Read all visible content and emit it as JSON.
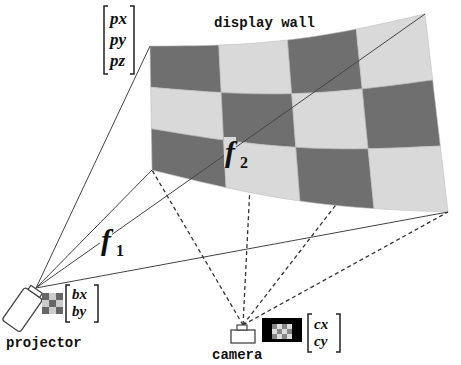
{
  "diagram": {
    "labels": [
      "display wall",
      "px",
      "py",
      "pz",
      "f",
      "1",
      "f",
      "2",
      "bx",
      "by",
      "projector",
      "cx",
      "cy",
      "camera"
    ]
  }
}
